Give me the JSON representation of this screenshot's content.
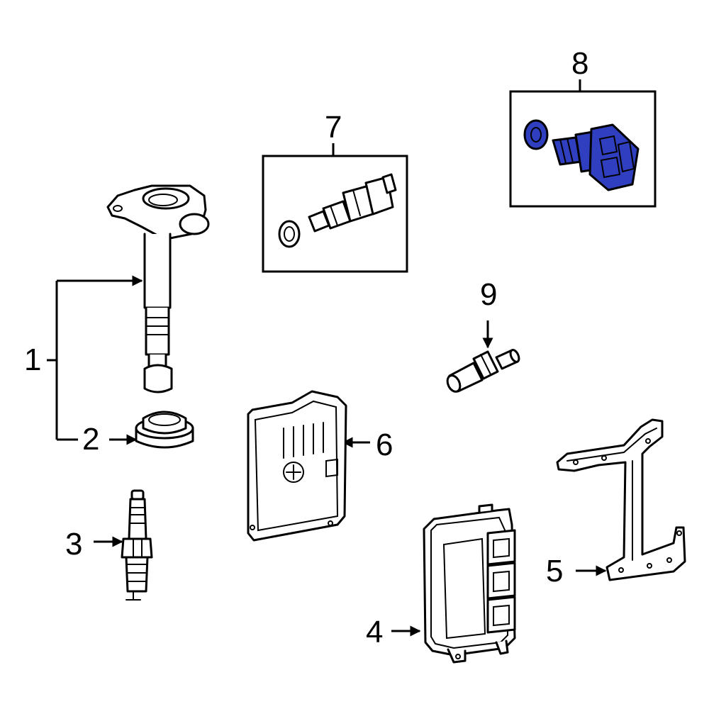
{
  "colors": {
    "line": "#000000",
    "background": "#ffffff",
    "highlight": "#2f3fbf"
  },
  "callouts": [
    "1",
    "2",
    "3",
    "4",
    "5",
    "6",
    "7",
    "8",
    "9"
  ],
  "parts": [
    {
      "icon": "ignition-coil-icon",
      "callout": "1"
    },
    {
      "icon": "coil-boot-seal-icon",
      "callout": "2"
    },
    {
      "icon": "spark-plug-icon",
      "callout": "3"
    },
    {
      "icon": "engine-control-module-icon",
      "callout": "4"
    },
    {
      "icon": "ecm-bracket-icon",
      "callout": "5"
    },
    {
      "icon": "ecm-cover-icon",
      "callout": "6"
    },
    {
      "icon": "sensor-with-oring-icon",
      "callout": "7"
    },
    {
      "icon": "highlighted-sensor-with-oring-icon",
      "callout": "8",
      "highlighted": true
    },
    {
      "icon": "threaded-sensor-icon",
      "callout": "9"
    }
  ]
}
